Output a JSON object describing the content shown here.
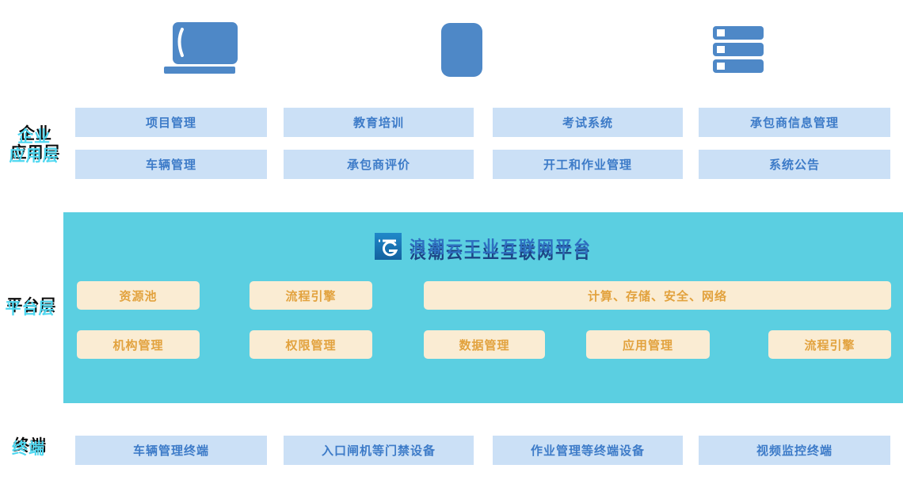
{
  "colors": {
    "icon_blue": "#4e88c7",
    "box_blue_bg": "#cbe0f6",
    "box_blue_text": "#3d7bc8",
    "platform_teal": "#5bcfe1",
    "box_cream_bg": "#faecd3",
    "box_cream_text": "#e2a23e",
    "label_cyan": "#4ed7f0",
    "title_blue": "#2e6fc0",
    "logo_blue": "#1d7fc4"
  },
  "icons": {
    "left": "desktop-monitor-icon",
    "middle": "mobile-device-icon",
    "right": "server-stack-icon",
    "brand": "inspur-cloud-logo"
  },
  "layers": {
    "app": {
      "label_lines": [
        "企业",
        "应用层"
      ],
      "row1": [
        "项目管理",
        "教育培训",
        "考试系统",
        "承包商信息管理"
      ],
      "row2": [
        "车辆管理",
        "承包商评价",
        "开工和作业管理",
        "系统公告"
      ]
    },
    "platform": {
      "label": "平台层",
      "brand_title": "浪潮云工业互联网平台",
      "row1": [
        "资源池",
        "流程引擎",
        "计算、存储、安全、网络"
      ],
      "row2": [
        "机构管理",
        "权限管理",
        "数据管理",
        "应用管理",
        "流程引擎"
      ]
    },
    "terminal": {
      "label": "终端",
      "row": [
        "车辆管理终端",
        "入口闸机等门禁设备",
        "作业管理等终端设备",
        "视频监控终端"
      ]
    }
  }
}
